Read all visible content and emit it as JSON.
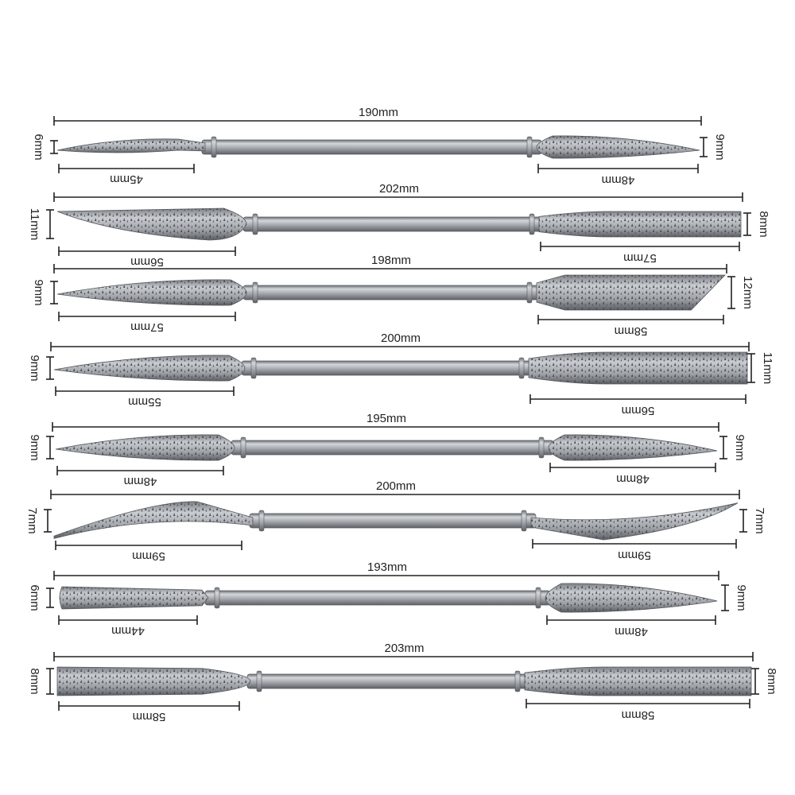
{
  "colors": {
    "background": "#ffffff",
    "dimension_line": "#222222",
    "steel_light": "#d4d7da",
    "steel_mid": "#a7abb0",
    "steel_dark": "#6c7075",
    "teeth": "#4a4d52"
  },
  "tools": [
    {
      "overall": "190mm",
      "left_width": "6mm",
      "left_length": "45mm",
      "right_width": "9mm",
      "right_length": "48mm"
    },
    {
      "overall": "202mm",
      "left_width": "11mm",
      "left_length": "56mm",
      "right_width": "8mm",
      "right_length": "57mm"
    },
    {
      "overall": "198mm",
      "left_width": "9mm",
      "left_length": "57mm",
      "right_width": "12mm",
      "right_length": "58mm"
    },
    {
      "overall": "200mm",
      "left_width": "9mm",
      "left_length": "55mm",
      "right_width": "11mm",
      "right_length": "56mm"
    },
    {
      "overall": "195mm",
      "left_width": "9mm",
      "left_length": "48mm",
      "right_width": "9mm",
      "right_length": "48mm"
    },
    {
      "overall": "200mm",
      "left_width": "7mm",
      "left_length": "59mm",
      "right_width": "7mm",
      "right_length": "59mm"
    },
    {
      "overall": "193mm",
      "left_width": "6mm",
      "left_length": "44mm",
      "right_width": "9mm",
      "right_length": "48mm"
    },
    {
      "overall": "203mm",
      "left_width": "8mm",
      "left_length": "58mm",
      "right_width": "8mm",
      "right_length": "58mm"
    }
  ]
}
